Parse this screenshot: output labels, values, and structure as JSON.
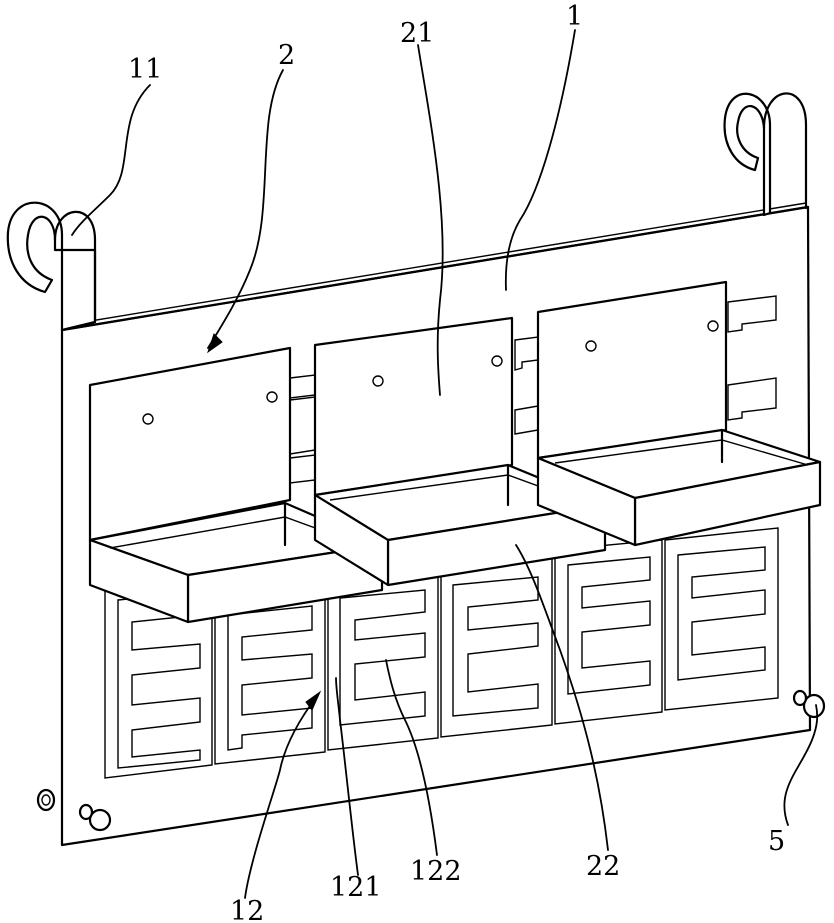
{
  "figure": {
    "labels": [
      {
        "id": "hook",
        "text": "11"
      },
      {
        "id": "storage-box",
        "text": "2"
      },
      {
        "id": "back-plate",
        "text": "21"
      },
      {
        "id": "panel",
        "text": "1"
      },
      {
        "id": "mounting-area",
        "text": "12"
      },
      {
        "id": "slot",
        "text": "121"
      },
      {
        "id": "rib",
        "text": "122"
      },
      {
        "id": "tray",
        "text": "22"
      },
      {
        "id": "bolt",
        "text": "5"
      }
    ]
  },
  "colors": {
    "line": "#000000",
    "background": "#ffffff"
  }
}
